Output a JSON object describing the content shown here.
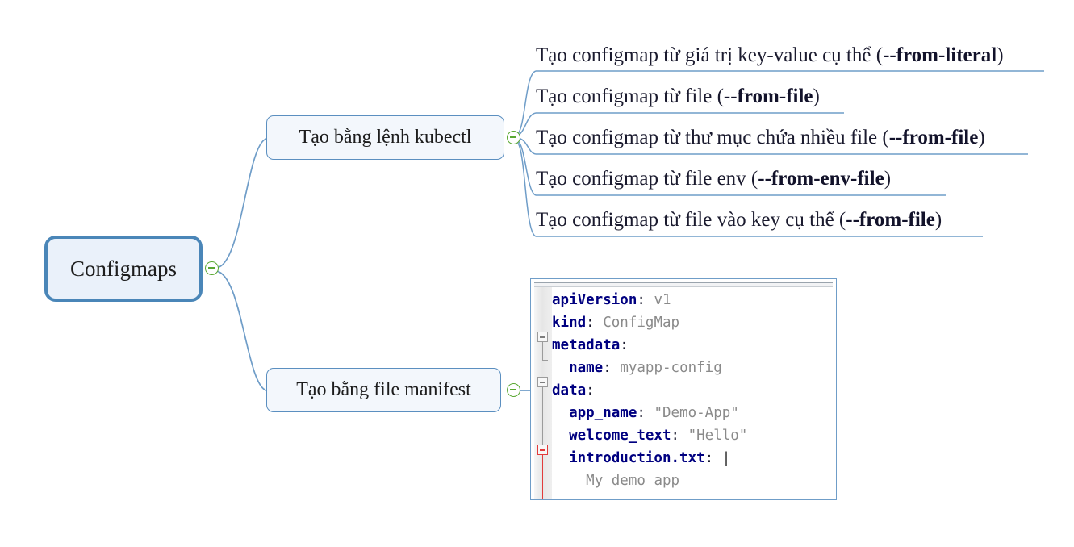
{
  "diagram": {
    "type": "mind-map",
    "title": "Configmaps",
    "root": {
      "label": "Configmaps",
      "toggle_icon": "collapse-minus-icon",
      "fill_color": "#eaf1fa",
      "border_color": "#4a86b8"
    },
    "branches": [
      {
        "id": "kubectl",
        "label": "Tạo bằng lệnh kubectl",
        "toggle_icon": "collapse-minus-icon",
        "children": [
          {
            "text": "Tạo configmap từ giá trị key-value cụ thể (",
            "flag": "--from-literal",
            "suffix": ")"
          },
          {
            "text": "Tạo configmap từ file (",
            "flag": "--from-file",
            "suffix": ")"
          },
          {
            "text": "Tạo configmap từ thư mục chứa nhiều file (",
            "flag": "--from-file",
            "suffix": ")"
          },
          {
            "text": "Tạo configmap từ file env (",
            "flag": "--from-env-file",
            "suffix": ")"
          },
          {
            "text": "Tạo configmap từ file vào key cụ thể (",
            "flag": "--from-file",
            "suffix": ")"
          }
        ]
      },
      {
        "id": "manifest",
        "label": "Tạo bằng file manifest",
        "toggle_icon": "collapse-minus-icon",
        "children": []
      }
    ]
  },
  "code_block": {
    "language": "yaml",
    "lines": [
      {
        "indent": 0,
        "key": "apiVersion",
        "value": "v1",
        "fold": null
      },
      {
        "indent": 0,
        "key": "kind",
        "value": "ConfigMap",
        "fold": null
      },
      {
        "indent": 0,
        "key": "metadata",
        "value": "",
        "fold": "gray"
      },
      {
        "indent": 1,
        "key": "name",
        "value": "myapp-config",
        "fold": null
      },
      {
        "indent": 0,
        "key": "data",
        "value": "",
        "fold": "gray"
      },
      {
        "indent": 1,
        "key": "app_name",
        "value": "\"Demo-App\"",
        "fold": null
      },
      {
        "indent": 1,
        "key": "welcome_text",
        "value": "\"Hello\"",
        "fold": null
      },
      {
        "indent": 1,
        "key": "introduction.txt",
        "value": "|",
        "fold": "red"
      },
      {
        "indent": 2,
        "key": "",
        "value": "My demo app",
        "fold": null
      }
    ],
    "raw": [
      "apiVersion: v1",
      "kind: ConfigMap",
      "metadata:",
      "  name: myapp-config",
      "data:",
      "  app_name: \"Demo-App\"",
      "  welcome_text: \"Hello\"",
      "  introduction.txt: |",
      "    My demo app"
    ]
  },
  "colors": {
    "connector": "#6f9dc8",
    "toggle_green": "#5aa832",
    "yaml_key": "#000080",
    "yaml_value": "#8a8a8a",
    "fold_red": "#e23b3b"
  }
}
